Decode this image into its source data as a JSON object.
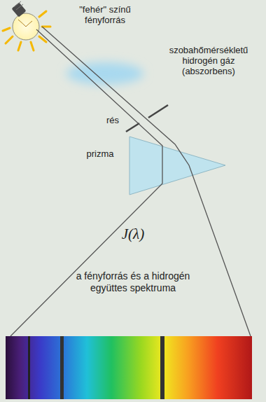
{
  "diagram": {
    "labels": [
      "\"fehér\" színű fényforrás",
      "szobahőmérsékletű hidrogén gáz (abszorbens)",
      "rés",
      "prizma",
      "J(λ)",
      "a fényforrás és a hidrogén együttes spektruma"
    ]
  }
}
